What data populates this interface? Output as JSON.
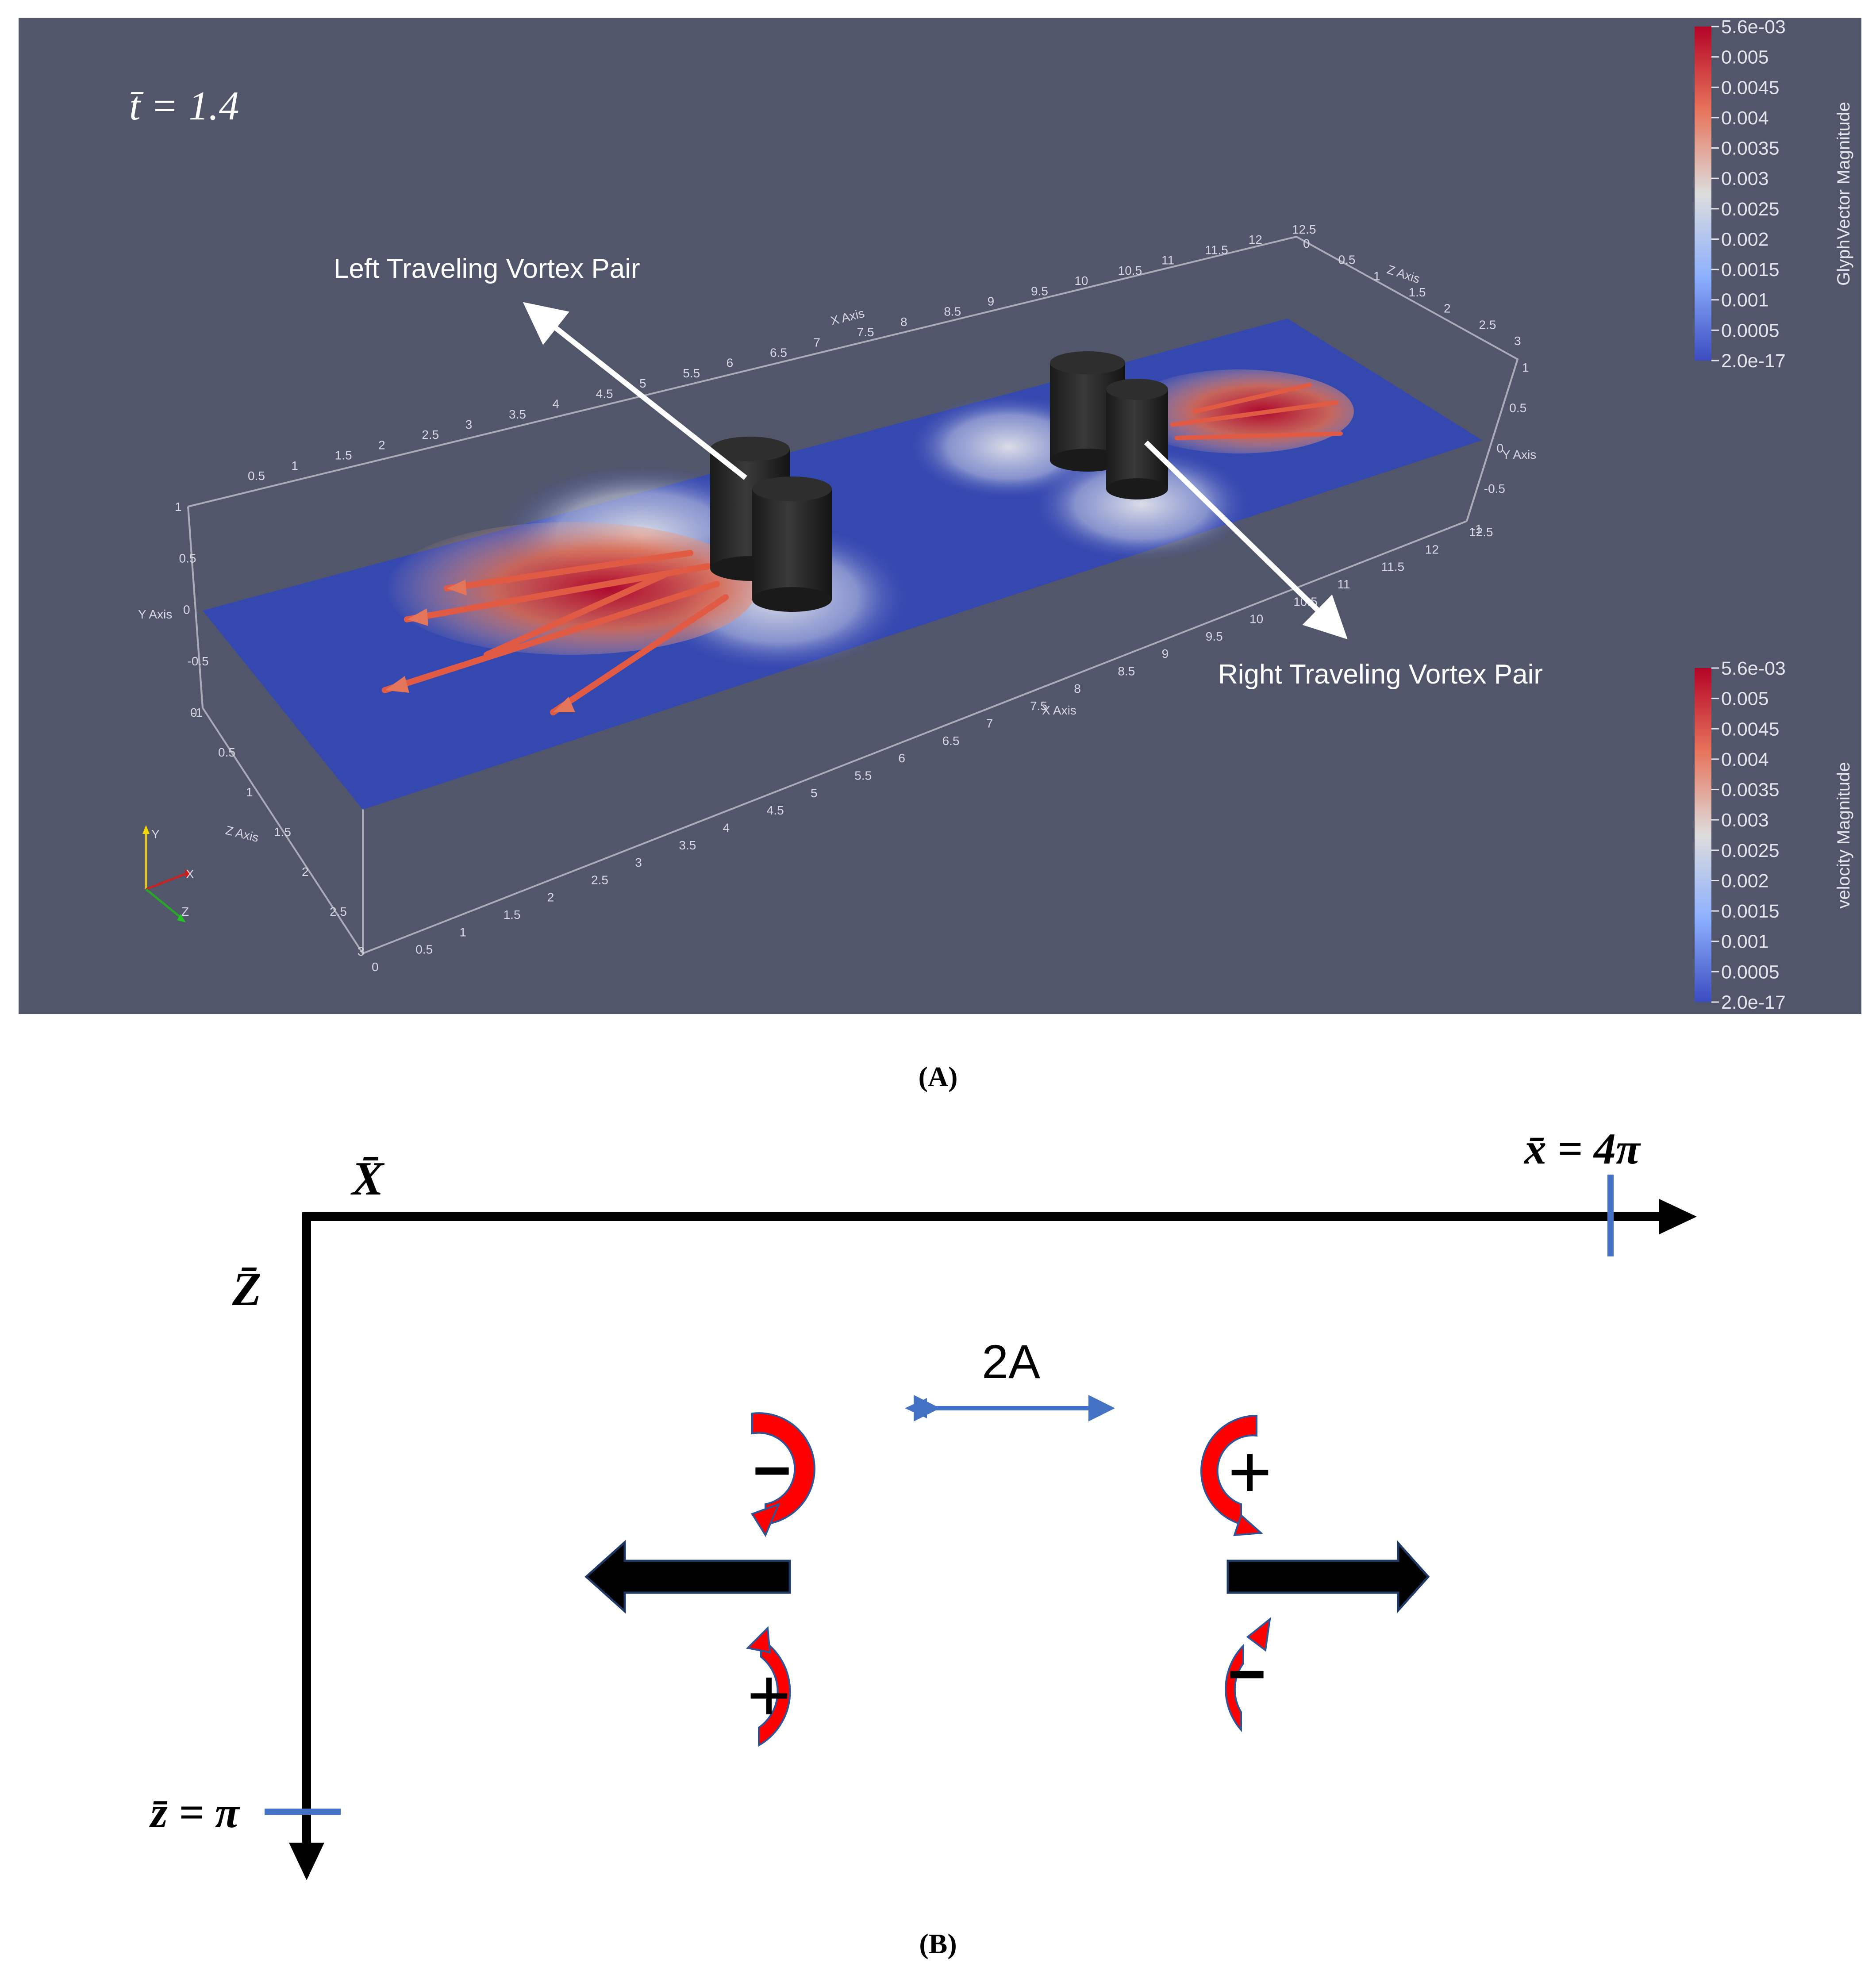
{
  "panel_a": {
    "time_label": "t̄ = 1.4",
    "left_label": "Left Traveling Vortex Pair",
    "right_label": "Right Traveling Vortex Pair",
    "caption": "(A)",
    "colorbars": [
      {
        "title": "GlyphVector Magnitude",
        "ticks": [
          "5.6e-03",
          "0.005",
          "0.0045",
          "0.004",
          "0.0035",
          "0.003",
          "0.0025",
          "0.002",
          "0.0015",
          "0.001",
          "0.0005",
          "2.0e-17"
        ]
      },
      {
        "title": "velocity Magnitude",
        "ticks": [
          "5.6e-03",
          "0.005",
          "0.0045",
          "0.004",
          "0.0035",
          "0.003",
          "0.0025",
          "0.002",
          "0.0015",
          "0.001",
          "0.0005",
          "2.0e-17"
        ]
      }
    ],
    "colorbar_colors": [
      "#b40426",
      "#e7745b",
      "#dddddd",
      "#8db0fe",
      "#3b4cc0"
    ],
    "background_color": "#52566b",
    "plane_color": "#3548b0",
    "axes": {
      "x_top_title": "X Axis",
      "x_bottom_title": "X Axis",
      "y_left_title": "Y Axis",
      "y_right_title": "Y Axis",
      "z_left_title": "Z Axis",
      "z_right_title": "Z Axis",
      "x_top_ticks": [
        "0.5",
        "1",
        "1.5",
        "2",
        "2.5",
        "3",
        "3.5",
        "4",
        "4.5",
        "5",
        "5.5",
        "6",
        "6.5",
        "7",
        "7.5",
        "8",
        "8.5",
        "9",
        "9.5",
        "10",
        "10.5",
        "11",
        "11.5",
        "12",
        "12.5"
      ],
      "x_bottom_ticks": [
        "0",
        "0.5",
        "1",
        "1.5",
        "2",
        "2.5",
        "3",
        "3.5",
        "4",
        "4.5",
        "5",
        "5.5",
        "6",
        "6.5",
        "7",
        "7.5",
        "8",
        "8.5",
        "9",
        "9.5",
        "10",
        "10.5",
        "11",
        "11.5",
        "12",
        "12.5"
      ],
      "y_left_ticks": [
        "1",
        "0.5",
        "0",
        "-0.5",
        "-1"
      ],
      "y_right_ticks": [
        "1",
        "0.5",
        "0",
        "-0.5",
        "-1"
      ],
      "z_left_ticks": [
        "0",
        "0.5",
        "1",
        "1.5",
        "2",
        "2.5",
        "3"
      ],
      "z_right_ticks": [
        "0",
        "0.5",
        "1",
        "1.5",
        "2",
        "2.5",
        "3"
      ],
      "orientation_labels": [
        "Y",
        "X",
        "Z"
      ]
    }
  },
  "panel_b": {
    "x_axis_label": "X̄",
    "z_axis_label": "Z̄",
    "x_end_label": "x̄ = 4π",
    "z_end_label": "z̄ = π",
    "separation_label": "2A",
    "signs": {
      "left_top": "−",
      "left_bottom": "+",
      "right_top": "+",
      "right_bottom": "−"
    },
    "caption": "(B)",
    "vortex_color": "#ff0000",
    "marker_color": "#4472c4"
  }
}
